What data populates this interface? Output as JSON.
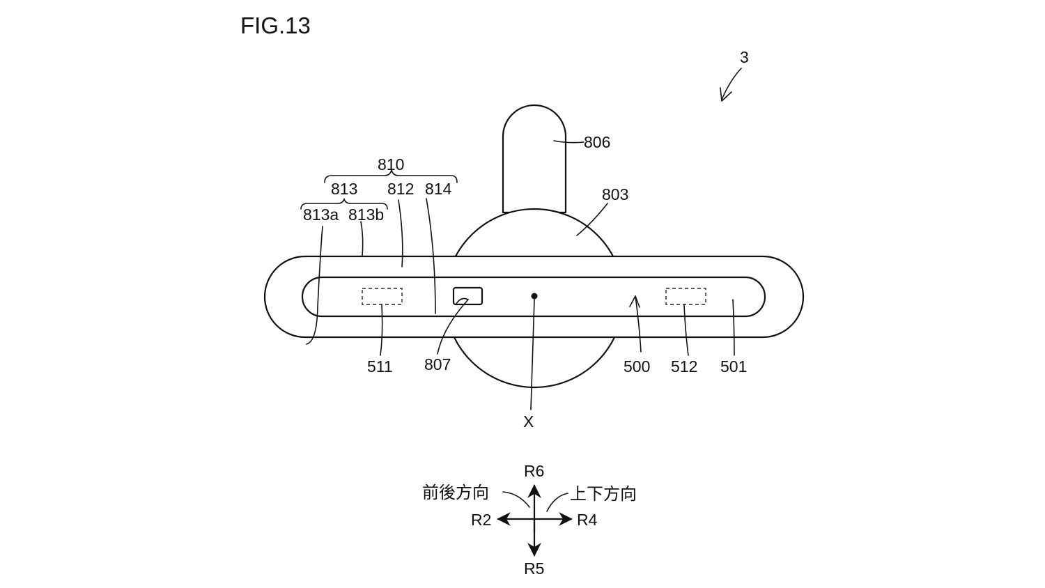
{
  "figure": {
    "title": "FIG.13",
    "device_ref": "3",
    "labels": {
      "l806": "806",
      "l803": "803",
      "l810": "810",
      "l813": "813",
      "l812": "812",
      "l814": "814",
      "l813a": "813a",
      "l813b": "813b",
      "l511": "511",
      "l807": "807",
      "l500": "500",
      "l512": "512",
      "l501": "501",
      "lX": "X"
    },
    "directions": {
      "R6": "R6",
      "R5": "R5",
      "R2": "R2",
      "R4": "R4",
      "front_back": "前後方向",
      "up_down": "上下方向"
    }
  },
  "colors": {
    "line": "#111111",
    "background": "#ffffff"
  }
}
